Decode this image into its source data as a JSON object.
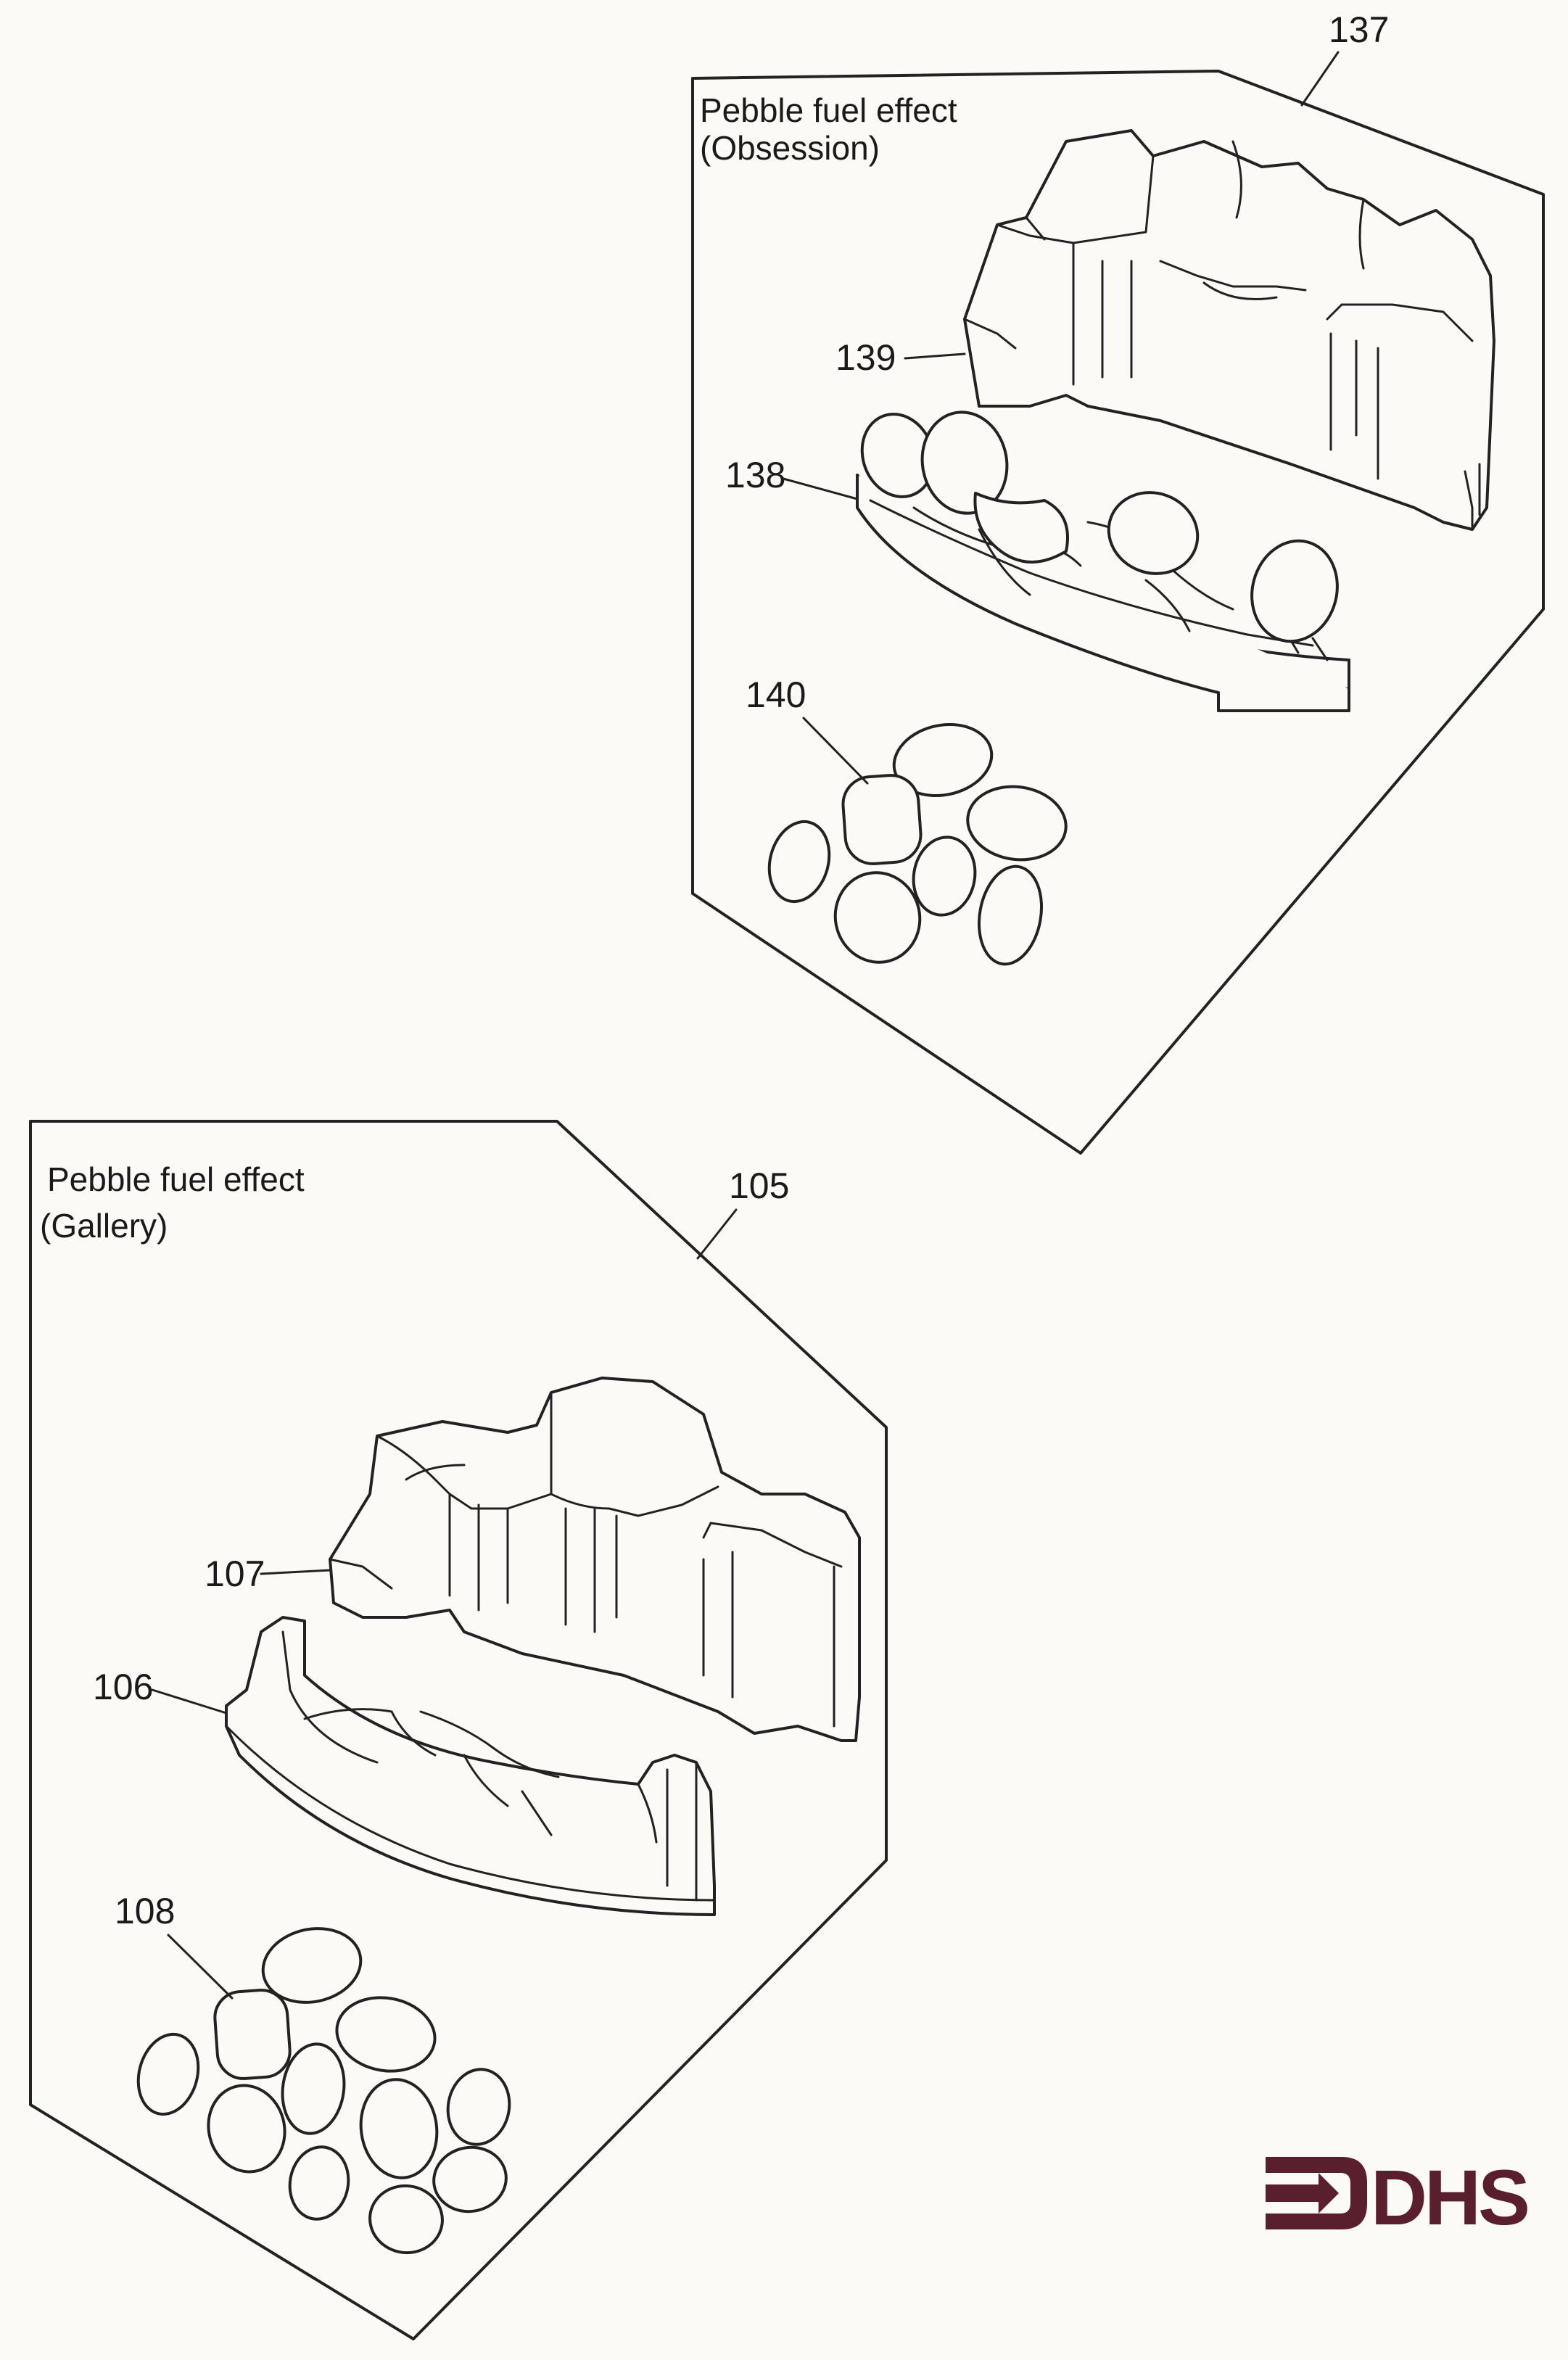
{
  "panels": {
    "obsession": {
      "title_line1": "Pebble fuel effect",
      "title_line2": "(Obsession)",
      "ref_panel": "137",
      "ref_back": "139",
      "ref_tray": "138",
      "ref_pebbles": "140"
    },
    "gallery": {
      "title_line1": "Pebble fuel effect",
      "title_line2": "(Gallery)",
      "ref_panel": "105",
      "ref_back": "107",
      "ref_tray": "106",
      "ref_pebbles": "108"
    }
  },
  "logo": {
    "text": "DHS",
    "color": "#5a1f2c",
    "icon": "arrow-bracket-icon"
  }
}
